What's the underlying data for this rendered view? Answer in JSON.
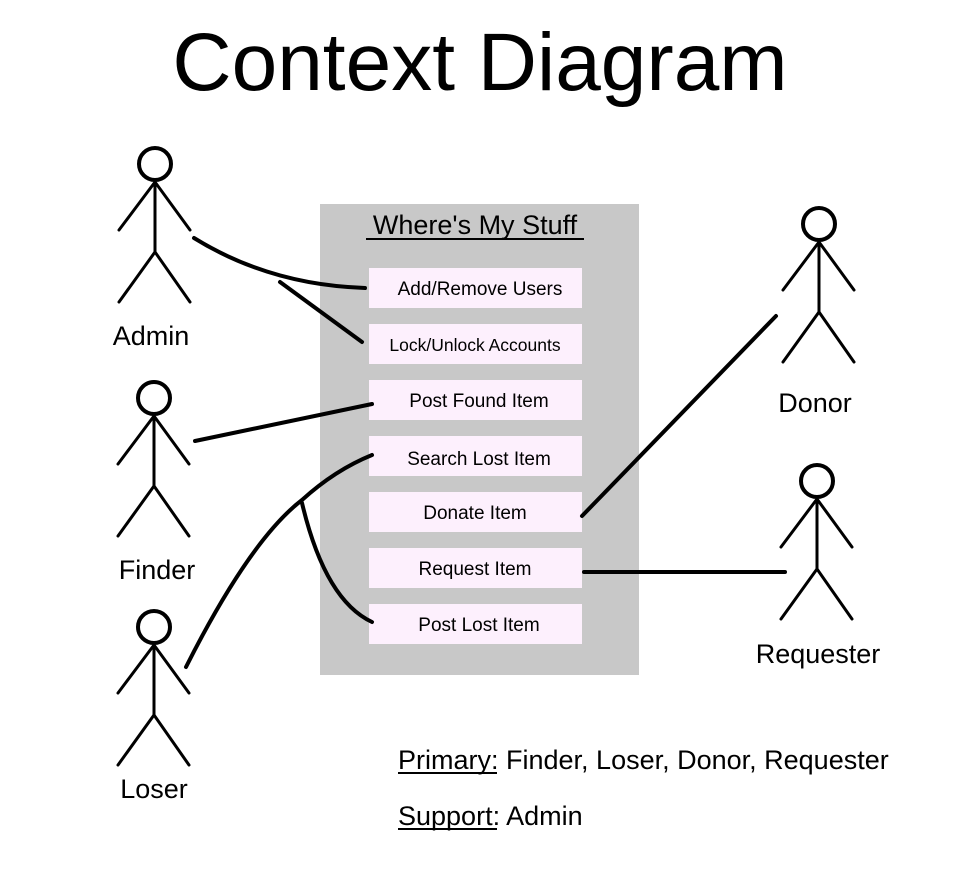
{
  "title": "Context Diagram",
  "system": {
    "name": "Where's My Stuff",
    "fill_color": "#c8c8c8",
    "use_case_fill": "#fdf0fd",
    "use_cases": [
      {
        "label": "Add/Remove Users"
      },
      {
        "label": "Lock/Unlock Accounts"
      },
      {
        "label": "Post Found Item"
      },
      {
        "label": "Search Lost Item"
      },
      {
        "label": "Donate Item"
      },
      {
        "label": "Request Item"
      },
      {
        "label": "Post Lost Item"
      }
    ]
  },
  "actors": [
    {
      "name": "Admin"
    },
    {
      "name": "Finder"
    },
    {
      "name": "Loser"
    },
    {
      "name": "Donor"
    },
    {
      "name": "Requester"
    }
  ],
  "associations": [
    {
      "actor": "Admin",
      "use_case": "Add/Remove Users"
    },
    {
      "actor": "Admin",
      "use_case": "Lock/Unlock Accounts"
    },
    {
      "actor": "Finder",
      "use_case": "Post Found Item"
    },
    {
      "actor": "Loser",
      "use_case": "Search Lost Item"
    },
    {
      "actor": "Loser",
      "use_case": "Post Lost Item"
    },
    {
      "actor": "Donor",
      "use_case": "Donate Item"
    },
    {
      "actor": "Requester",
      "use_case": "Request Item"
    }
  ],
  "legend": {
    "primary_label": "Primary",
    "primary_value": ": Finder, Loser, Donor, Requester",
    "support_label": "Support",
    "support_value": ": Admin"
  }
}
